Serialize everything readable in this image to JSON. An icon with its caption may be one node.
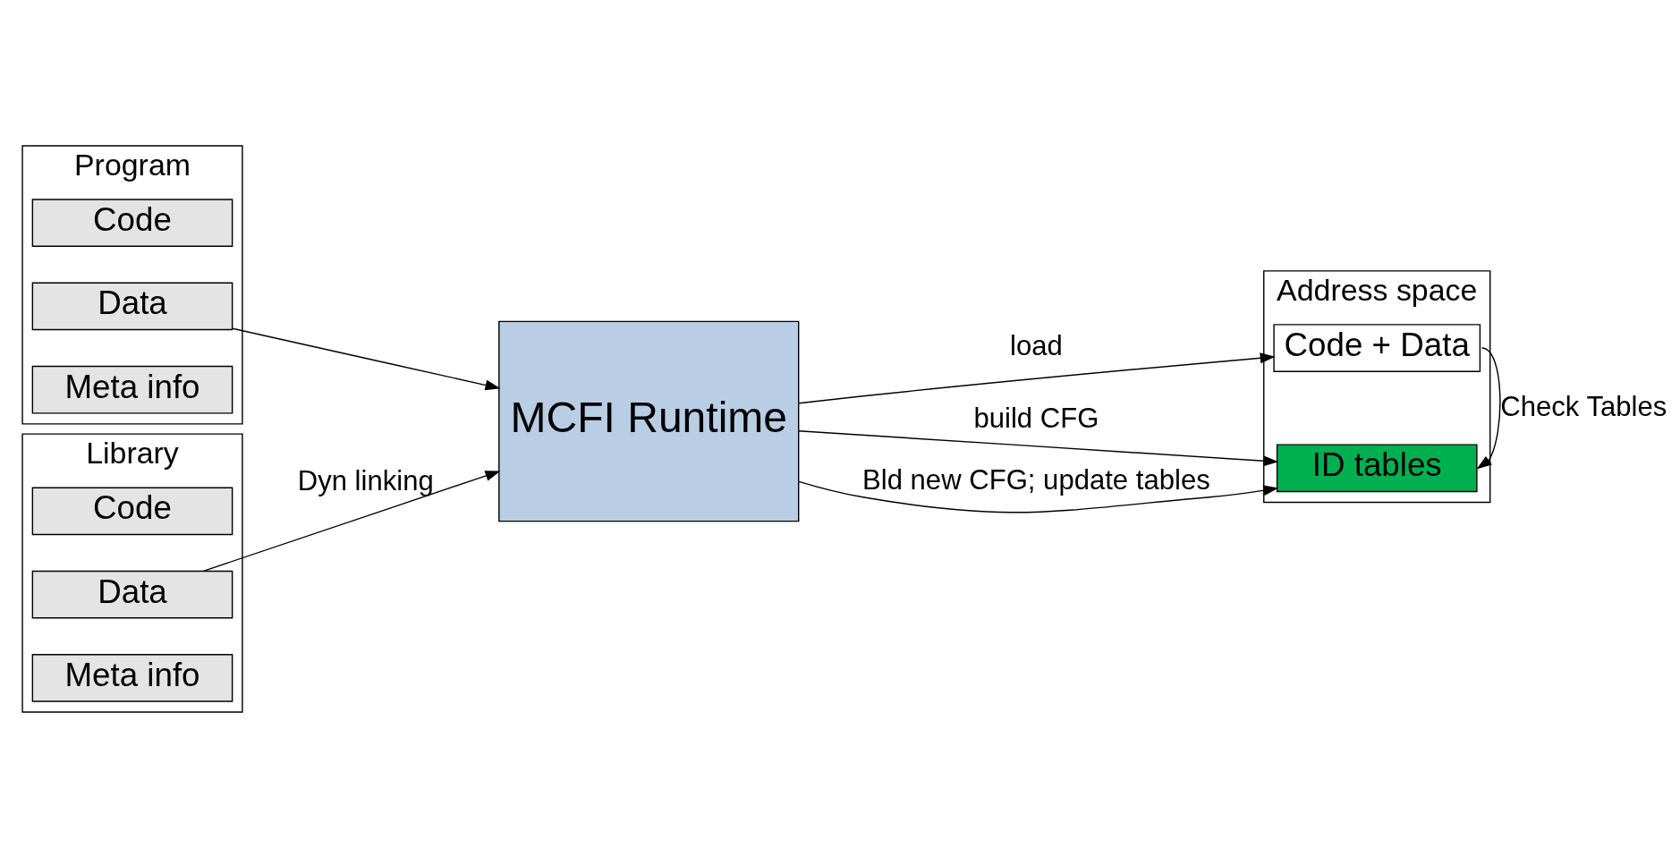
{
  "diagram": {
    "nodes": [
      {
        "text": [
          "Program"
        ]
      },
      {
        "text": [
          "Code"
        ],
        "in": 0
      },
      {
        "text": [
          "Data"
        ],
        "in": 0
      },
      {
        "text": [
          "Meta info"
        ],
        "in": 0
      },
      {
        "text": [
          "MCFI Runtime"
        ]
      },
      {
        "text": [
          "Address space"
        ]
      },
      {
        "text": [
          "Code + Data"
        ],
        "in": 5
      },
      {
        "text": [
          "ID tables"
        ],
        "in": 5
      },
      {
        "text": [
          "Library"
        ]
      },
      {
        "text": [
          "Code"
        ],
        "in": 8
      },
      {
        "text": [
          "Data"
        ],
        "in": 8
      },
      {
        "text": [
          "Meta info"
        ],
        "in": 8
      }
    ],
    "edges": [
      {
        "from": 2,
        "to": 4,
        "arrow": "to"
      },
      {
        "from": 4,
        "to": 6,
        "arrow": "to",
        "label": "load"
      },
      {
        "from": 4,
        "to": 7,
        "arrow": "to",
        "label": "build CFG"
      },
      {
        "from": 4,
        "to": 7,
        "arrow": "to",
        "label": "Bld new CFG; update tables"
      },
      {
        "from": 6,
        "to": 7,
        "arrow": "to",
        "label": "Check Tables"
      },
      {
        "from": 10,
        "to": 4,
        "arrow": "to",
        "label": "Dyn linking"
      }
    ]
  }
}
